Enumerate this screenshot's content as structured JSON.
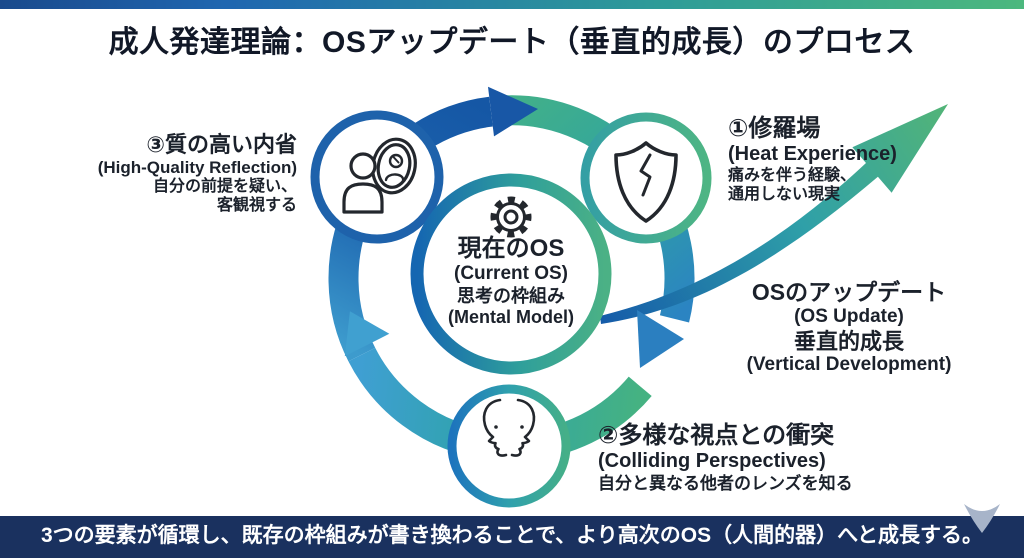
{
  "title": "成人発達理論：OSアップデート（垂直的成長）のプロセス",
  "center_node": {
    "jp_name": "現在のOS",
    "en_name": "(Current OS)",
    "jp_desc": "思考の枠組み",
    "en_desc": "(Mental Model)",
    "icon": "gear-icon"
  },
  "steps": {
    "heat": {
      "jp": "①修羅場",
      "en": "(Heat Experience)",
      "desc_line1": "痛みを伴う経験、",
      "desc_line2": "通用しない現実",
      "icon": "cracked-shield-icon"
    },
    "colliding": {
      "jp": "②多様な視点との衝突",
      "en": "(Colliding Perspectives)",
      "desc_line1": "自分と異なる他者のレンズを知る",
      "icon": "facing-profiles-icon"
    },
    "reflection": {
      "jp": "③質の高い内省",
      "en": "(High-Quality Reflection)",
      "desc_line1": "自分の前提を疑い、",
      "desc_line2": "客観視する",
      "icon": "person-mirror-icon"
    }
  },
  "growth_label": {
    "jp_name": "OSのアップデート",
    "en_name": "(OS Update)",
    "jp_desc": "垂直的成長",
    "en_desc": "(Vertical Development)"
  },
  "footer": {
    "text": "3つの要素が循環し、既存の枠組みが書き換わることで、より高次のOS（人間的器）へと成長する。"
  },
  "colors": {
    "header_gradient_start": "#1a4a8c",
    "header_gradient_mid": "#2e9c98",
    "header_gradient_end": "#4cb87e",
    "cycle_blue_dark": "#1857a6",
    "cycle_blue": "#1e62ab",
    "cycle_blue_light": "#40a0d0",
    "cycle_teal": "#2fa3ab",
    "cycle_green": "#45b282",
    "footer_navy": "#1a315f",
    "text_dark": "#111827"
  }
}
